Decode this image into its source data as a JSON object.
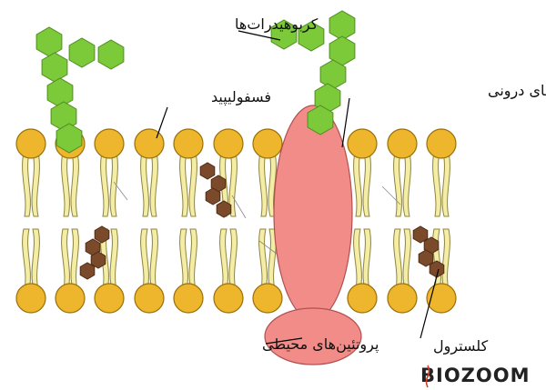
{
  "labels": {
    "carbohydrates": "کربوهیدرات‌ها",
    "phospholipid": "فسفولیپید",
    "integral_proteins": "پروتئین‌های درونی",
    "peripheral_proteins": "پروتئین‌های محیطی",
    "cholesterol": "کلسترول"
  },
  "logo": {
    "text": "BIOZOOM"
  },
  "colors": {
    "phospholipid_head": "#EDB62C",
    "phospholipid_head_stroke": "#9A7008",
    "lipid_tail": "#F4EDA5",
    "lipid_tail_stroke": "#8F8440",
    "protein": "#F28C88",
    "protein_stroke": "#B05050",
    "carbohydrate": "#7CC93A",
    "carbohydrate_stroke": "#4E8E1E",
    "cholesterol": "#7B4A2B",
    "cholesterol_stroke": "#4E2C14",
    "logo_accent": "#D23A2A"
  }
}
